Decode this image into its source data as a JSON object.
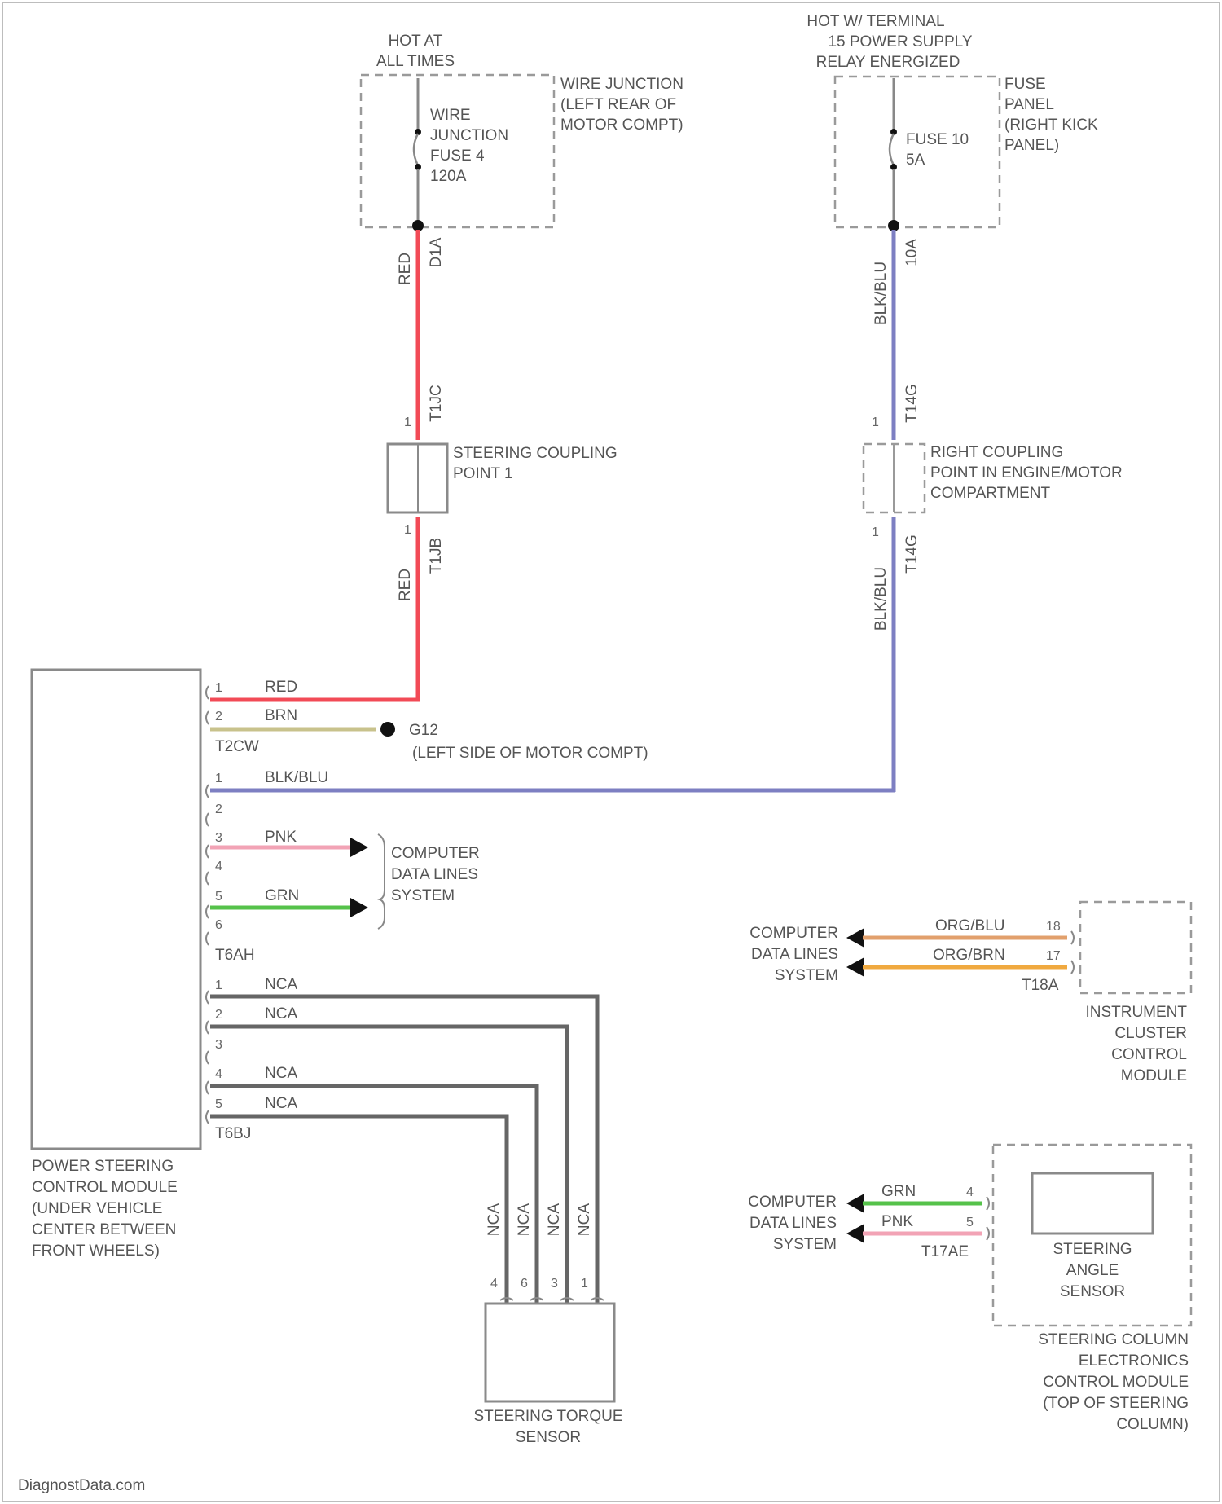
{
  "colors": {
    "red": "#f24a56",
    "blue": "#7d7fc2",
    "brn": "#c8c28c",
    "pink": "#f2a3b5",
    "green": "#55c24a",
    "orange_blue": "#e2a06c",
    "orange_brown": "#f0a93f",
    "gray": "#666666"
  },
  "top_left": {
    "hot_label": [
      "HOT AT",
      "ALL TIMES"
    ],
    "junction_name": [
      "WIRE JUNCTION",
      "(LEFT REAR OF",
      "MOTOR COMPT)"
    ],
    "fuse_label": [
      "WIRE",
      "JUNCTION",
      "FUSE 4",
      "120A"
    ],
    "wire1_color": "RED",
    "wire1_circuit": "D1A",
    "coupling_pin_top": "T1JC",
    "coupling_name": [
      "STEERING COUPLING",
      "POINT 1"
    ],
    "wire2_color": "RED",
    "wire2_circuit": "T1JB"
  },
  "top_right": {
    "hot_label": [
      "HOT W/ TERMINAL",
      "15 POWER SUPPLY",
      "RELAY ENERGIZED"
    ],
    "panel_name": [
      "FUSE",
      "PANEL",
      "(RIGHT KICK",
      "PANEL)"
    ],
    "fuse_label": [
      "FUSE 10",
      "5A"
    ],
    "wire1_color": "BLK/BLU",
    "wire1_circuit": "10A",
    "coupling_pin_top": "T14G",
    "coupling_pin_num": "1",
    "coupling_name": [
      "RIGHT COUPLING",
      "POINT IN ENGINE/MOTOR",
      "COMPARTMENT"
    ],
    "wire2_color": "BLK/BLU",
    "wire2_circuit": "T14G"
  },
  "module": {
    "name": [
      "POWER STEERING",
      "CONTROL MODULE",
      "(UNDER VEHICLE",
      "CENTER BETWEEN",
      "FRONT WHEELS)"
    ],
    "conn1": "T2CW",
    "conn1_pins": [
      {
        "pin": "1",
        "color": "RED"
      },
      {
        "pin": "2",
        "color": "BRN"
      }
    ],
    "ground": "G12",
    "ground_desc": "(LEFT SIDE OF MOTOR COMPT)",
    "conn2": "T6AH",
    "conn2_pins": [
      {
        "pin": "1",
        "color": "BLK/BLU"
      },
      {
        "pin": "2",
        "color": ""
      },
      {
        "pin": "3",
        "color": "PNK"
      },
      {
        "pin": "4",
        "color": ""
      },
      {
        "pin": "5",
        "color": "GRN"
      },
      {
        "pin": "6",
        "color": ""
      }
    ],
    "data_lines": [
      "COMPUTER",
      "DATA LINES",
      "SYSTEM"
    ],
    "conn3": "T6BJ",
    "conn3_pins": [
      {
        "pin": "1",
        "color": "NCA"
      },
      {
        "pin": "2",
        "color": "NCA"
      },
      {
        "pin": "3",
        "color": ""
      },
      {
        "pin": "4",
        "color": "NCA"
      },
      {
        "pin": "5",
        "color": "NCA"
      }
    ]
  },
  "torque_sensor": {
    "name": [
      "STEERING TORQUE",
      "SENSOR"
    ],
    "wire_labels": [
      "NCA",
      "NCA",
      "NCA",
      "NCA"
    ],
    "pins": [
      "4",
      "6",
      "3",
      "1"
    ]
  },
  "cluster": {
    "name": [
      "INSTRUMENT",
      "CLUSTER",
      "CONTROL",
      "MODULE"
    ],
    "data_lines": [
      "COMPUTER",
      "DATA LINES",
      "SYSTEM"
    ],
    "connector": "T18A",
    "wires": [
      {
        "color": "ORG/BLU",
        "pin": "18"
      },
      {
        "color": "ORG/BRN",
        "pin": "17"
      }
    ]
  },
  "angle_sensor": {
    "name": [
      "STEERING",
      "ANGLE",
      "SENSOR"
    ],
    "module_name": [
      "STEERING COLUMN",
      "ELECTRONICS",
      "CONTROL MODULE",
      "(TOP OF STEERING",
      "COLUMN)"
    ],
    "data_lines": [
      "COMPUTER",
      "DATA LINES",
      "SYSTEM"
    ],
    "connector": "T17AE",
    "wires": [
      {
        "color": "GRN",
        "pin": "4"
      },
      {
        "color": "PNK",
        "pin": "5"
      }
    ]
  },
  "watermark": "DiagnostData.com"
}
